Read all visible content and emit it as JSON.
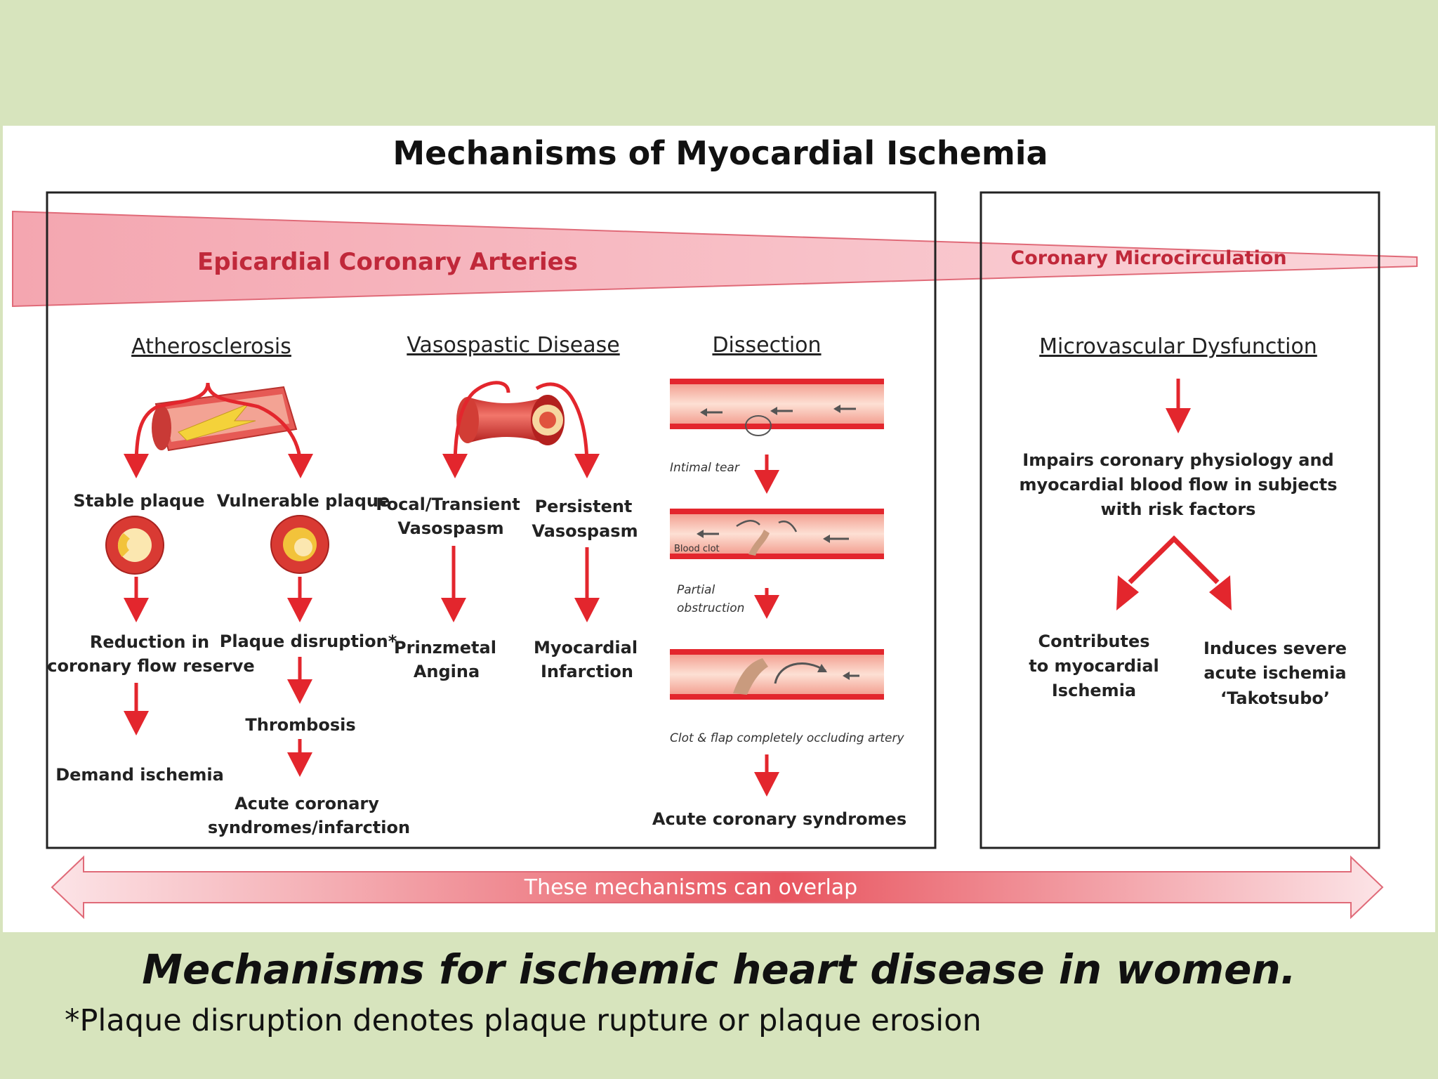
{
  "title": "Mechanisms of Myocardial Ischemia",
  "bands": {
    "epicardial": "Epicardial Coronary Arteries",
    "micro": "Coronary Microcirculation"
  },
  "sections": {
    "atherosclerosis": {
      "heading": "Atherosclerosis",
      "stable": "Stable plaque",
      "vulnerable": "Vulnerable plaque",
      "reduction_1": "Reduction in",
      "reduction_2": "coronary flow reserve",
      "demand": "Demand ischemia",
      "disruption": "Plaque disruption*",
      "thrombosis": "Thrombosis",
      "acute_1": "Acute coronary",
      "acute_2": "syndromes/infarction"
    },
    "vasospastic": {
      "heading": "Vasospastic Disease",
      "focal_1": "Focal/Transient",
      "focal_2": "Vasospasm",
      "persistent_1": "Persistent",
      "persistent_2": "Vasospasm",
      "prinz_1": "Prinzmetal",
      "prinz_2": "Angina",
      "mi_1": "Myocardial",
      "mi_2": "Infarction"
    },
    "dissection": {
      "heading": "Dissection",
      "intimal_tear": "Intimal tear",
      "blood_clot": "Blood clot",
      "partial_1": "Partial",
      "partial_2": "obstruction",
      "clot_flap": "Clot & flap completely occluding artery",
      "acs": "Acute coronary syndromes"
    },
    "microvascular": {
      "heading": "Microvascular Dysfunction",
      "impairs_1": "Impairs coronary physiology and",
      "impairs_2": "myocardial blood flow in subjects",
      "impairs_3": "with risk factors",
      "contrib_1": "Contributes",
      "contrib_2": "to myocardial",
      "contrib_3": "Ischemia",
      "induces_1": "Induces severe",
      "induces_2": "acute ischemia",
      "induces_3": "‘Takotsubo’"
    }
  },
  "overlap": "These mechanisms can overlap",
  "caption": "Mechanisms for ischemic heart disease in women.",
  "footnote": "*Plaque disruption denotes plaque rupture or plaque erosion",
  "colors": {
    "slide_background": "#d7e4bd",
    "arrow_red": "#e3262d",
    "band_pink": "#f7b9c0",
    "band_text": "#c0283a"
  }
}
